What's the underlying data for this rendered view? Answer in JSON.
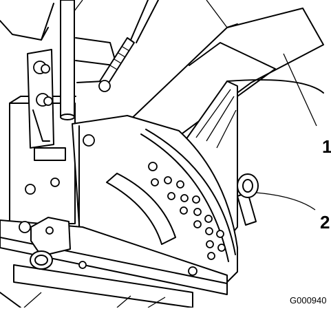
{
  "callouts": [
    {
      "label": "1"
    },
    {
      "label": "2"
    }
  ],
  "figure_code": "G000940"
}
